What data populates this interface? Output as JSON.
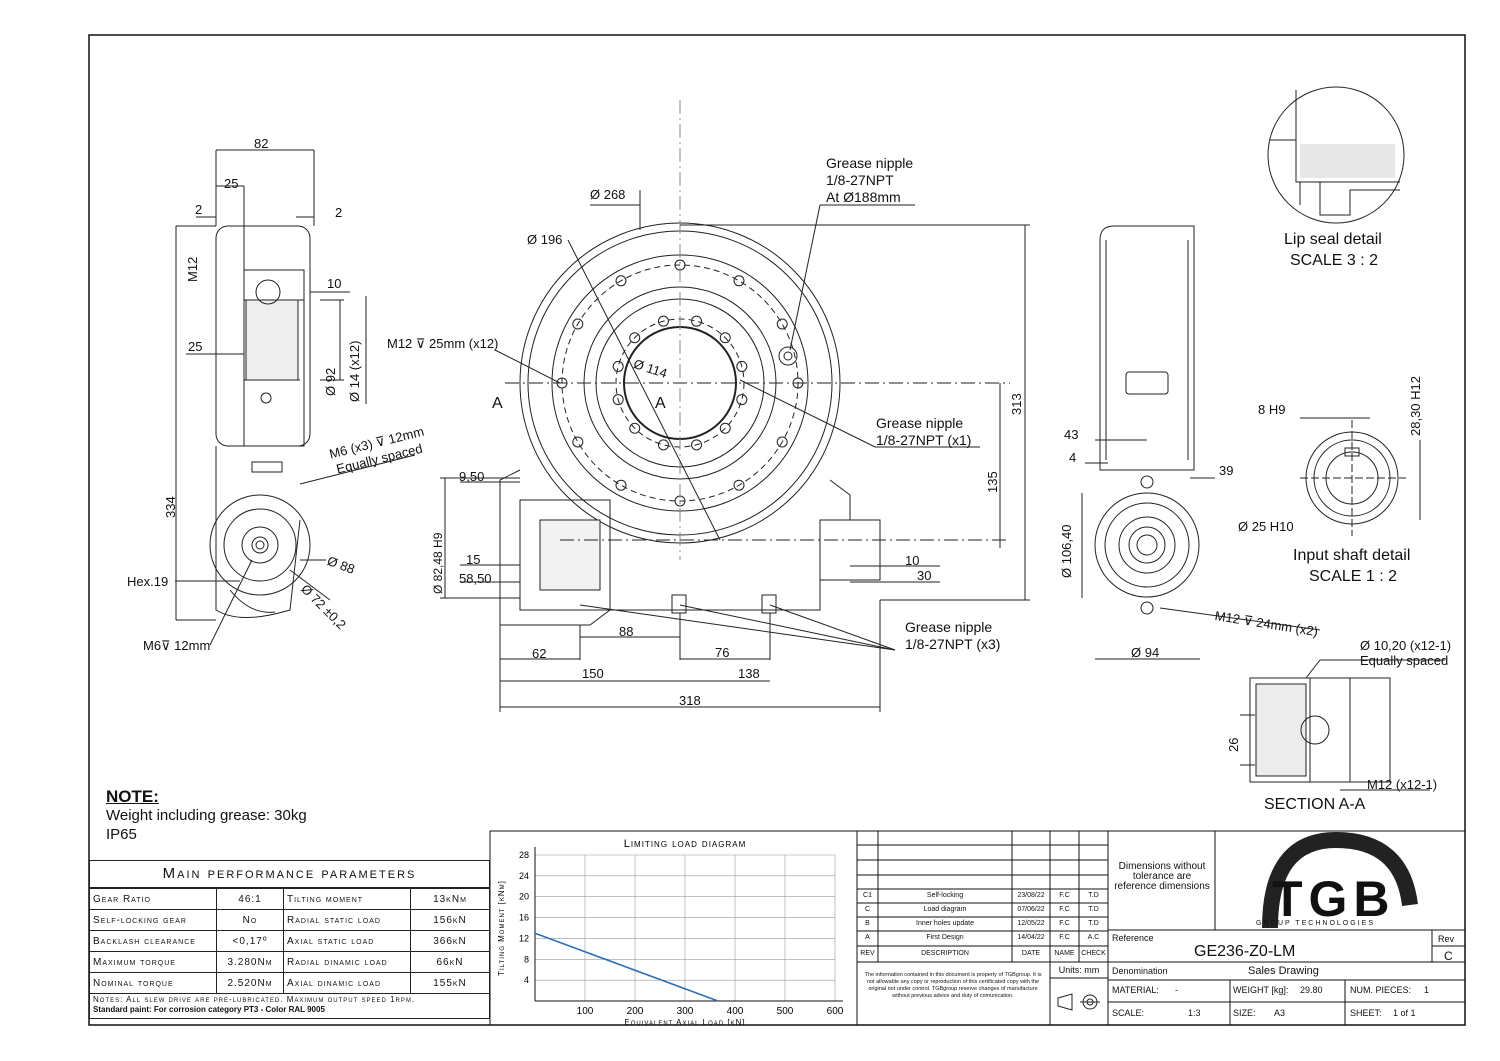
{
  "dimensions": {
    "d82": "82",
    "d25a": "25",
    "d2a": "2",
    "d2b": "2",
    "m12": "M12",
    "d10a": "10",
    "d25b": "25",
    "d92": "Ø 92",
    "d14x12": "Ø 14 (x12)",
    "m6x3": "M6 (x3) ⊽ 12mm",
    "equally_spaced_a": "Equally spaced",
    "d334": "334",
    "d88": "Ø 88",
    "hex19": "Hex.19",
    "d72": "Ø 72 ±0,2",
    "m6_12": "M6⊽ 12mm",
    "d268": "Ø 268",
    "d196": "Ø 196",
    "m12_25": "M12 ⊽ 25mm (x12)",
    "d114": "Ø 114",
    "section_a_left": "A",
    "section_a_right": "A",
    "d9_50": "9,50",
    "d82_48": "Ø 82,48 H9",
    "d15": "15",
    "d58_50": "58,50",
    "d313": "313",
    "d135": "135",
    "d10b": "10",
    "d30": "30",
    "d88b": "88",
    "d62": "62",
    "d76": "76",
    "d150": "150",
    "d138": "138",
    "d318": "318",
    "d43": "43",
    "d4": "4",
    "d39": "39",
    "d106_40": "Ø 106,40",
    "d94": "Ø 94",
    "m12_24": "M12 ⊽ 24mm (x2)",
    "h8h9": "8 H9",
    "d28_30": "28,30 H12",
    "d25h10": "Ø 25 H10",
    "d10_20": "Ø 10,20 (x12-1)",
    "equally_spaced_b": "Equally spaced",
    "d26": "26",
    "m12x12": "M12 (x12-1)"
  },
  "callouts": {
    "grease_top_1": "Grease nipple",
    "grease_top_2": "1/8-27NPT",
    "grease_top_3": "At Ø188mm",
    "grease_mid_1": "Grease nipple",
    "grease_mid_2": "1/8-27NPT (x1)",
    "grease_bot_1": "Grease nipple",
    "grease_bot_2": "1/8-27NPT (x3)",
    "lip_seal_1": "Lip seal detail",
    "lip_seal_2": "SCALE 3 : 2",
    "input_shaft_1": "Input shaft detail",
    "input_shaft_2": "SCALE 1 : 2",
    "section": "SECTION A-A"
  },
  "note": {
    "heading": "NOTE:",
    "line1": "Weight including grease: 30kg",
    "line2": "IP65"
  },
  "performance": {
    "title": "Main performance parameters",
    "rows": [
      {
        "p1": "Gear Ratio",
        "v1": "46:1",
        "p2": "Tilting moment",
        "v2": "13kNm"
      },
      {
        "p1": "Self-locking gear",
        "v1": "No",
        "p2": "Radial static load",
        "v2": "156kN"
      },
      {
        "p1": "Backlash clearance",
        "v1": "<0,17º",
        "p2": "Axial static load",
        "v2": "366kN"
      },
      {
        "p1": "Maximum torque",
        "v1": "3.280Nm",
        "p2": "Radial dinamic load",
        "v2": "66kN"
      },
      {
        "p1": "Nominal torque",
        "v1": "2.520Nm",
        "p2": "Axial dinamic load",
        "v2": "155kN"
      }
    ],
    "notes": "Notes: All slew drive are pre-lubricated. Maximum output speed 1rpm.",
    "paint": "Standard paint: For corrosion category PT3 - Color RAL 9005"
  },
  "chart_data": {
    "type": "line",
    "title": "Limiting load diagram",
    "xlabel": "Equivalent Axial Load [kN]",
    "ylabel": "Tilting Moment [kNm]",
    "xlim": [
      0,
      600
    ],
    "ylim": [
      0,
      28
    ],
    "xticks": [
      100,
      200,
      300,
      400,
      500,
      600
    ],
    "yticks": [
      4,
      8,
      12,
      16,
      20,
      24,
      28
    ],
    "grid": true,
    "series": [
      {
        "x": [
          0,
          366
        ],
        "y": [
          13,
          0
        ],
        "color": "#2d6fb8"
      }
    ]
  },
  "title_block": {
    "revisions": [
      {
        "rev": "C1",
        "desc": "Self-locking",
        "date": "23/08/22",
        "name": "F.C",
        "check": "T.D"
      },
      {
        "rev": "C",
        "desc": "Load diagram",
        "date": "07/06/22",
        "name": "F.C",
        "check": "T.D"
      },
      {
        "rev": "B",
        "desc": "Inner holes update",
        "date": "12/05/22",
        "name": "F.C",
        "check": "T.D"
      },
      {
        "rev": "A",
        "desc": "First Design",
        "date": "14/04/22",
        "name": "F.C",
        "check": "A.C"
      }
    ],
    "headers": {
      "rev": "REV",
      "desc": "DESCRIPTION",
      "date": "DATE",
      "name": "NAME",
      "check": "CHECK"
    },
    "tolerance_note": "Dimensions without tolerance are reference dimensions",
    "units": "Units: mm",
    "disclaimer": "The information contained in this document is property of TGBgroup. It is not allowable any copy or reproduction of this certificated copy with the original not under control. TGBgroup reserve changes of manufacture without previous advice and duty of comunication.",
    "reference_label": "Reference",
    "reference": "GE236-Z0-LM",
    "rev_label": "Rev",
    "rev": "C",
    "denomination_label": "Denomination",
    "denomination": "Sales Drawing",
    "material_label": "MATERIAL:",
    "material": "-",
    "weight_label": "WEIGHT [kg]:",
    "weight": "29.80",
    "pieces_label": "NUM. PIECES:",
    "pieces": "1",
    "scale_label": "SCALE:",
    "scale": "1:3",
    "size_label": "SIZE:",
    "size": "A3",
    "sheet_label": "SHEET:",
    "sheet": "1 of 1",
    "logo_text": "TGB",
    "logo_sub": "GROUP TECHNOLOGIES"
  }
}
